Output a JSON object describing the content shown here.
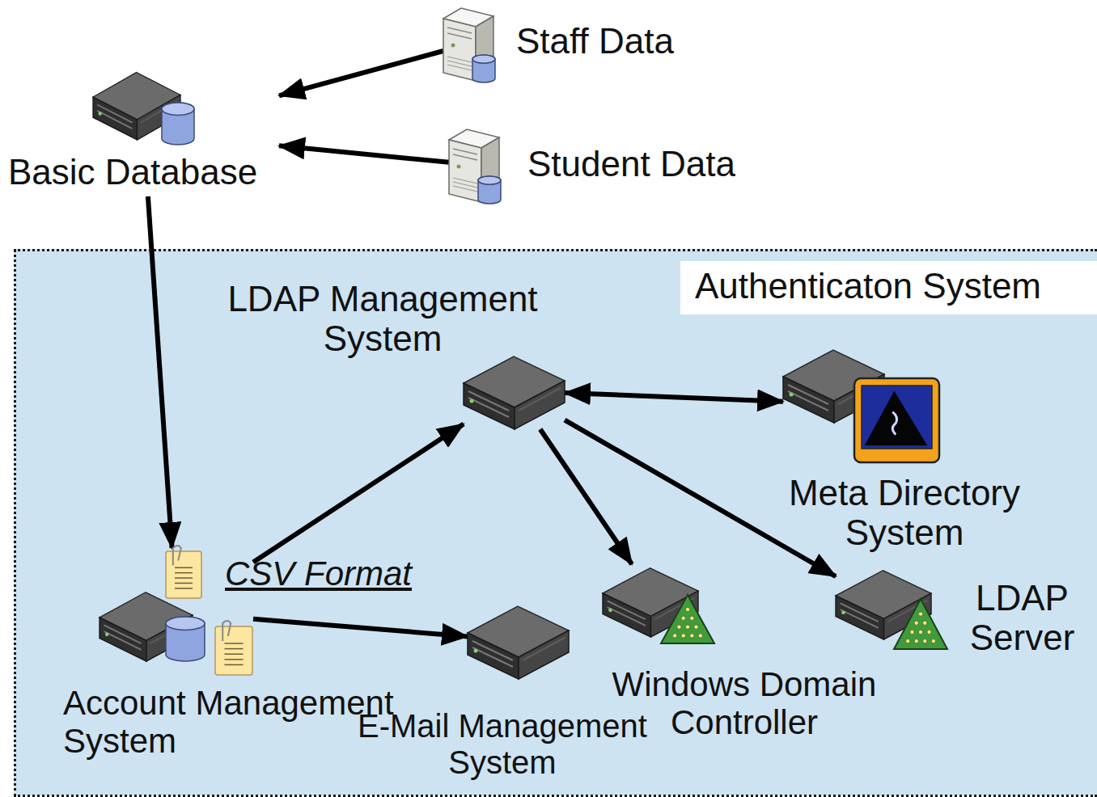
{
  "diagram": {
    "nodes": [
      {
        "text": [
          "Staff Data"
        ]
      },
      {
        "text": [
          "Basic Database"
        ]
      },
      {
        "text": [
          "Student Data"
        ]
      },
      {
        "text": [
          "Authenticaton System"
        ]
      },
      {
        "text": [
          "LDAP Management System"
        ],
        "in": 3
      },
      {
        "text": [
          "Meta Directory System"
        ],
        "in": 3
      },
      {
        "text": [
          "Account Management System"
        ],
        "in": 3
      },
      {
        "text": [
          "E-Mail Management System"
        ],
        "in": 3
      },
      {
        "text": [
          "Windows Domain Controller"
        ],
        "in": 3
      },
      {
        "text": [
          "LDAP Server"
        ],
        "in": 3
      }
    ],
    "edges": [
      {
        "from": 0,
        "to": 1,
        "arrow": "to"
      },
      {
        "from": 2,
        "to": 1,
        "arrow": "to"
      },
      {
        "from": 1,
        "to": 6,
        "arrow": "to"
      },
      {
        "from": 6,
        "to": 4,
        "arrow": "to"
      },
      {
        "from": 4,
        "to": 5,
        "arrow": "both"
      },
      {
        "from": 4,
        "to": 8,
        "arrow": "to"
      },
      {
        "from": 4,
        "to": 9,
        "arrow": "to"
      },
      {
        "from": 6,
        "to": 7,
        "arrow": "to"
      }
    ],
    "labels": [
      "CSV Format"
    ]
  }
}
